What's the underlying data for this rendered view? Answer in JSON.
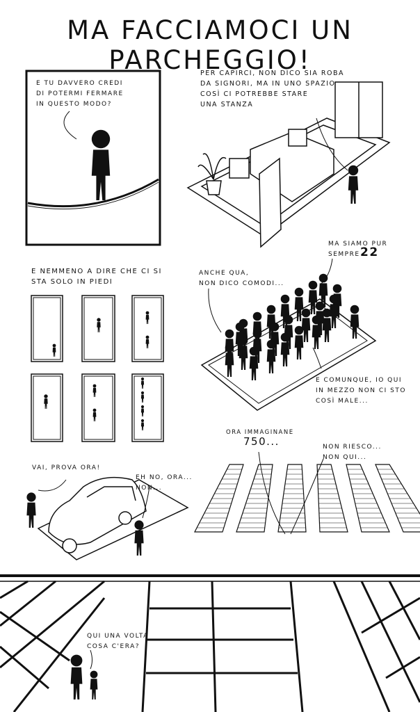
{
  "title": "MA FACCIAMOCI UN PARCHEGGIO!",
  "panels": {
    "rope": {
      "speech": "E TU DAVVERO CREDI\nDI POTERMI FERMARE\nIN QUESTO MODO?"
    },
    "room": {
      "caption": "PER CAPIRCI, NON DICO SIA ROBA\nDA SIGNORI, MA IN UNO SPAZIO\nCOSÌ CI POTREBBE STARE\n      UNA STANZA"
    },
    "standing": {
      "caption": "E NEMMENO A DIRE CHE CI SI\nSTA SOLO IN PIEDI"
    },
    "crowd": {
      "left_speech": "ANCHE QUA,\nNON DICO COMODI...",
      "top_speech": "MA SIAMO PUR\nSEMPRE",
      "count": "22",
      "bottom_speech": "E COMUNQUE, IO QUI\nIN MEZZO NON CI STO\nCOSÌ MALE..."
    },
    "car": {
      "left_speech": "VAI, PROVA ORA!",
      "right_speech": "EH NO, ORA...\n  NON..."
    },
    "stripes": {
      "left_speech": "ORA IMMAGINANE",
      "count": "750...",
      "right_speech": "NON RIESCO...\n NON QUI..."
    },
    "street": {
      "speech": "QUI UNA VOLTA\nCOSA C'ERA?"
    }
  }
}
